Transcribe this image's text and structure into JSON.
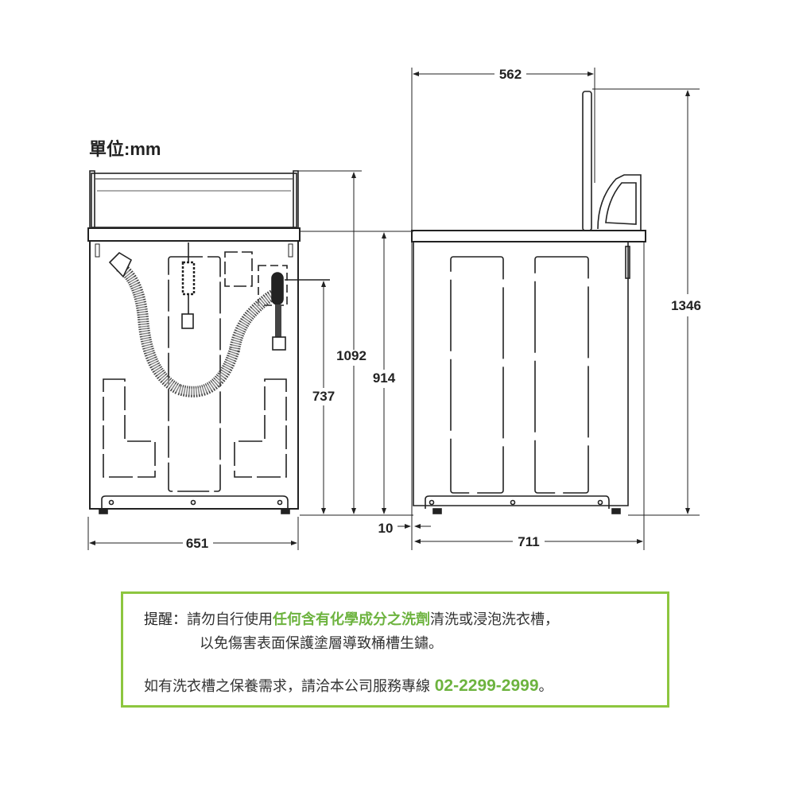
{
  "unit_label": "單位:mm",
  "dimensions": {
    "front_width": "651",
    "total_height_front": "1092",
    "cabinet_height": "914",
    "hose_height": "737",
    "gap": "10",
    "side_depth": "711",
    "lid_depth": "562",
    "lid_open_height": "1346"
  },
  "note": {
    "prefix": "提醒：",
    "line1_before": "請勿自行使用",
    "line1_highlight": "任何含有化學成分之洗劑",
    "line1_after": "清洗或浸泡洗衣槽，",
    "line2": "以免傷害表面保護塗層導致桶槽生鏽。",
    "line3": "如有洗衣槽之保養需求，請洽本公司服務專線",
    "phone": "02-2299-2999",
    "line3_end": "。"
  },
  "colors": {
    "accent": "#8dc63f",
    "highlight_text": "#6db33f"
  }
}
